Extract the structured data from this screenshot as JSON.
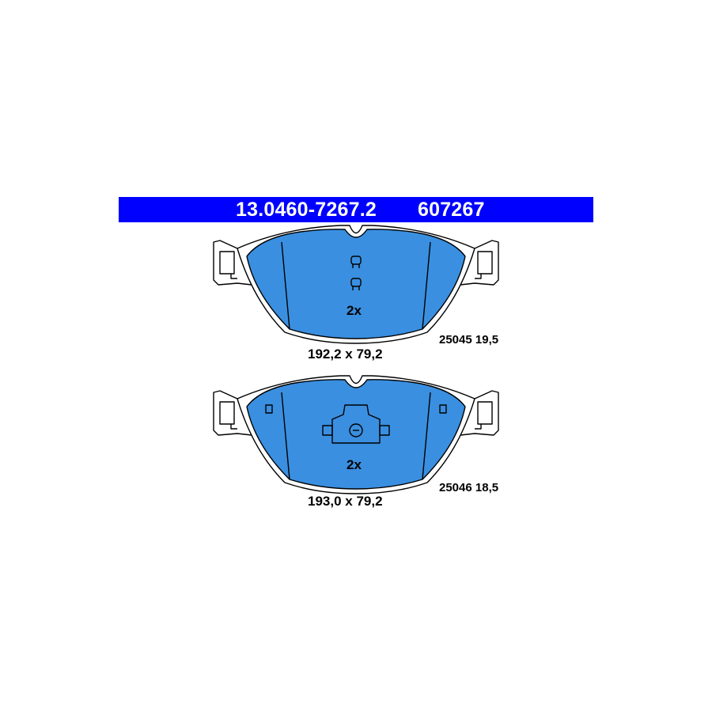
{
  "header": {
    "part_number": "13.0460-7267.2",
    "reference_number": "607267"
  },
  "colors": {
    "header_background": "#0000ff",
    "header_text": "#ffffff",
    "pad_fill": "#3a8fe0",
    "outline": "#000000"
  },
  "pads": [
    {
      "quantity": "2x",
      "dimensions": "192,2 x 79,2",
      "code": "25045 19,5"
    },
    {
      "quantity": "2x",
      "dimensions": "193,0 x 79,2",
      "code": "25046 18,5"
    }
  ]
}
